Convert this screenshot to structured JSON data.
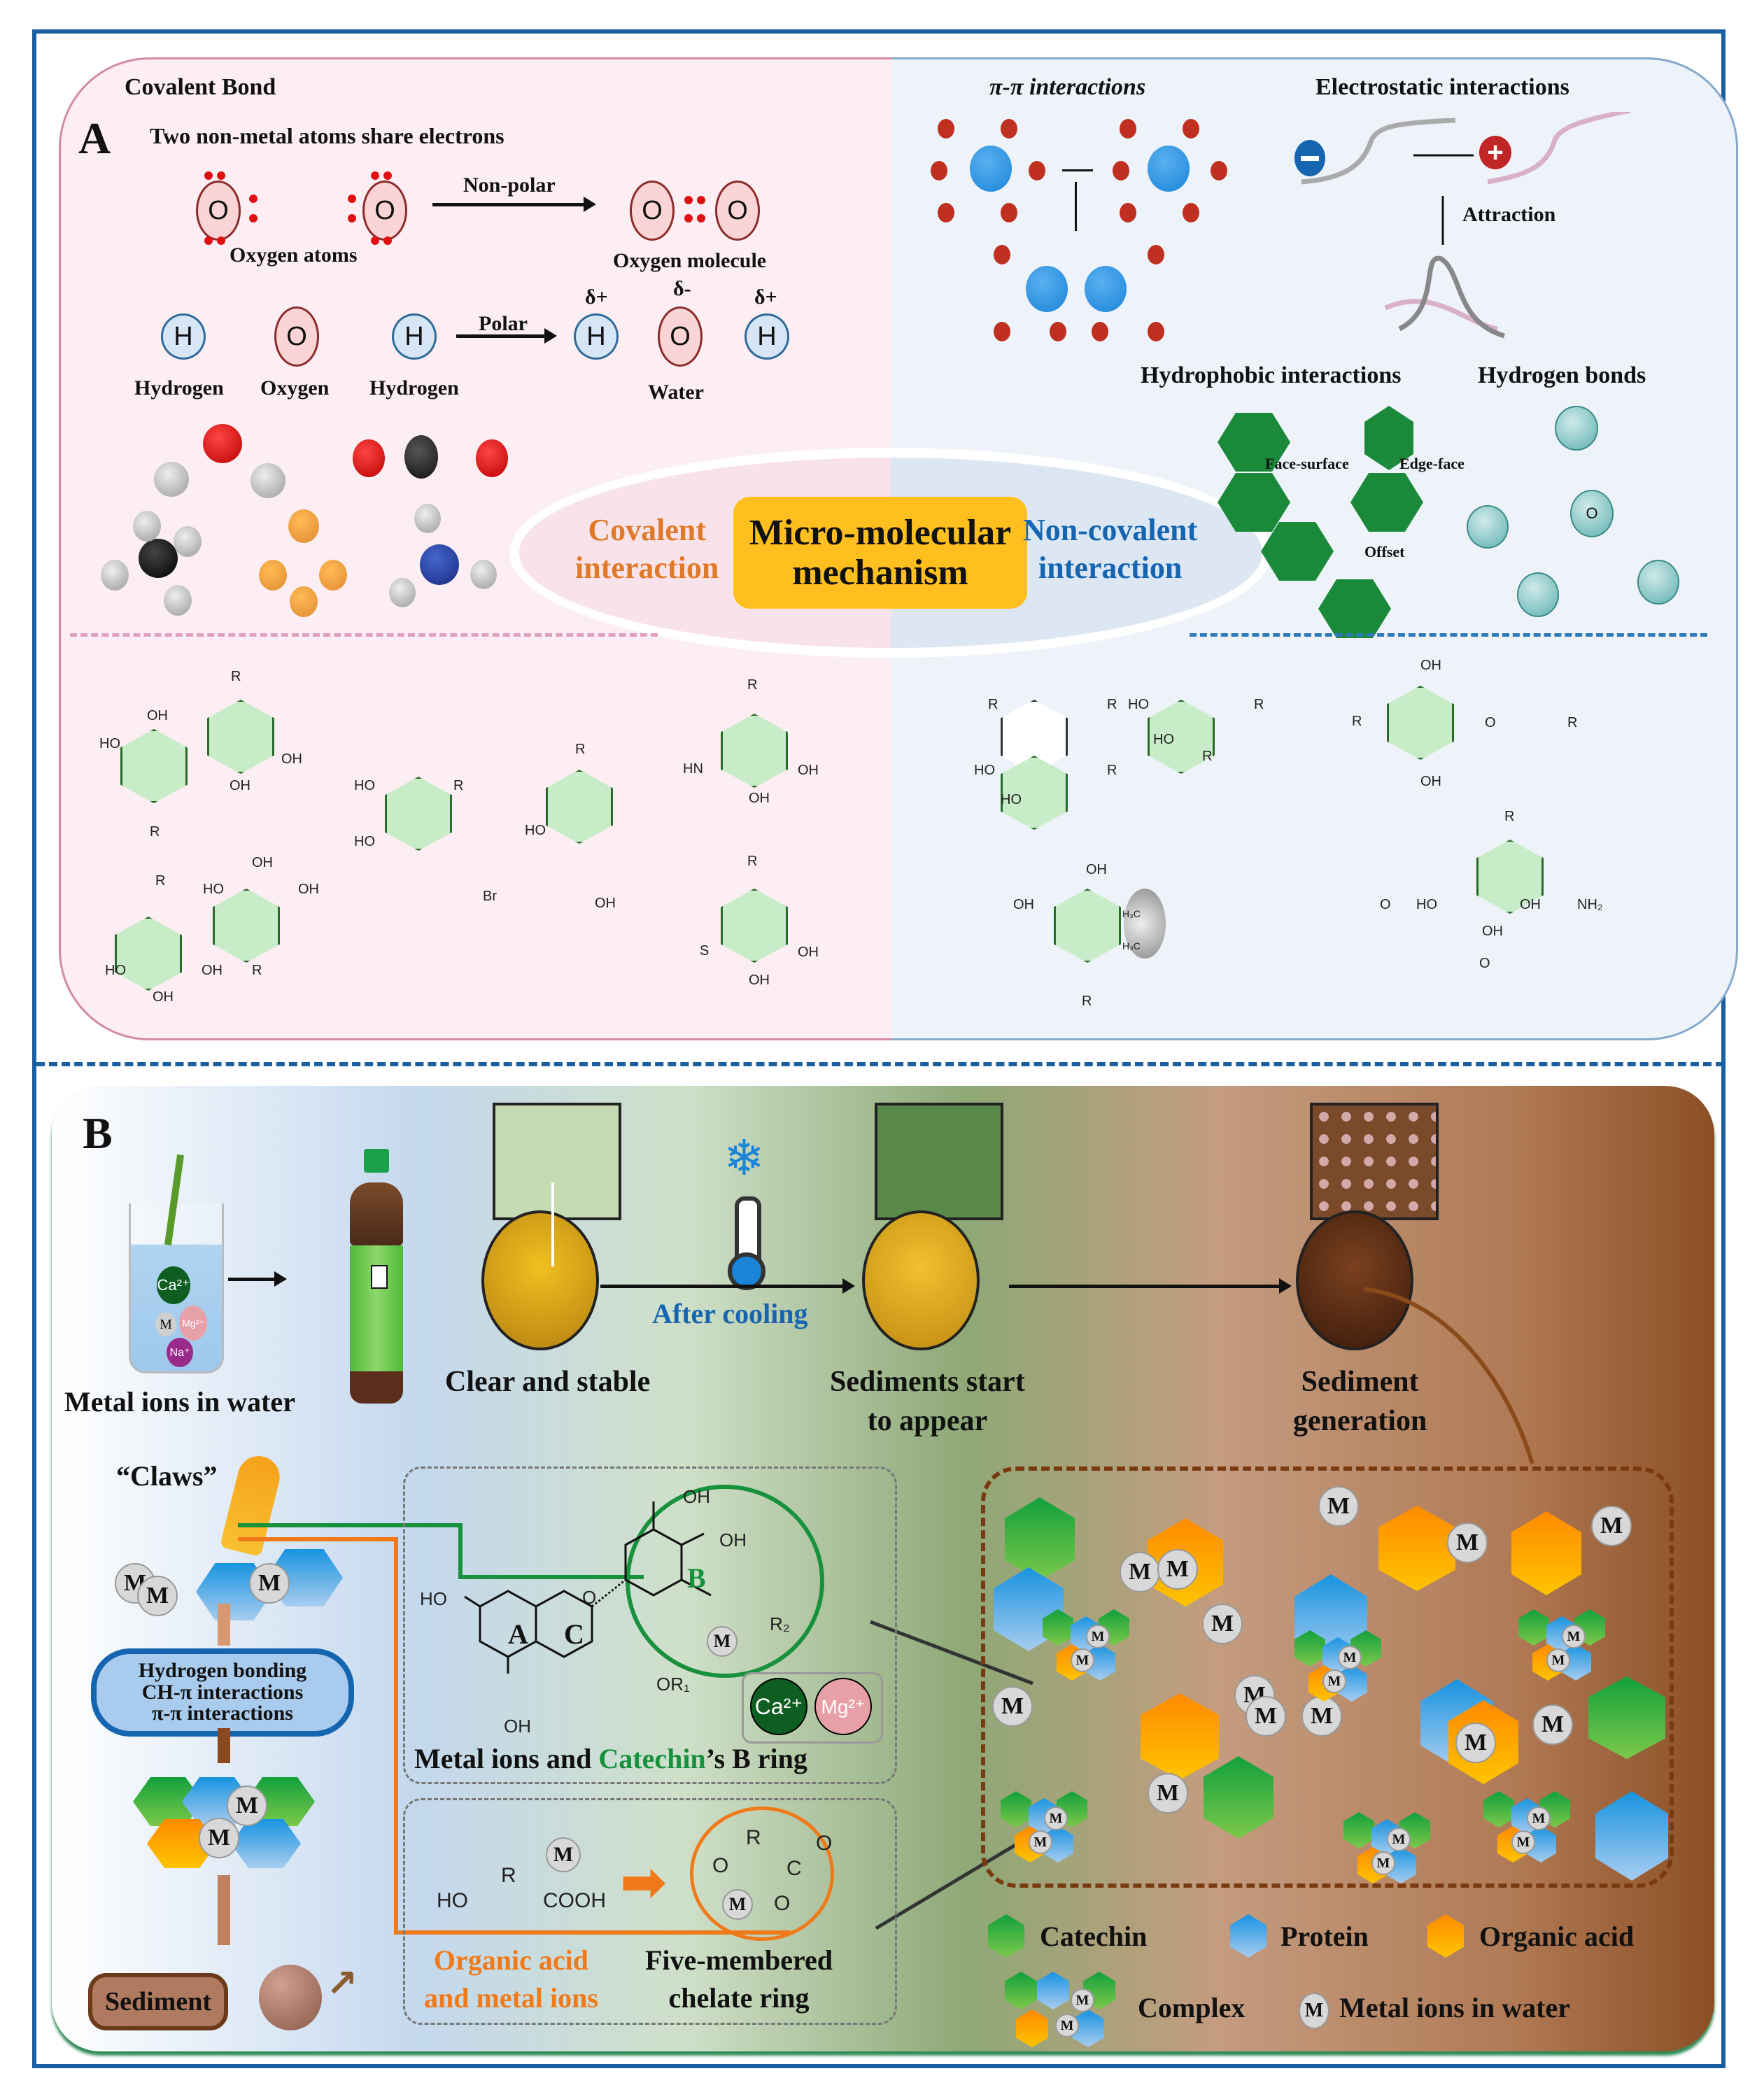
{
  "panelA": {
    "label": "A",
    "covalent_title": "Covalent Bond",
    "subtitle": "Two non-metal atoms share electrons",
    "nonpolar_label": "Non-polar",
    "polar_label": "Polar",
    "oxygen_atoms_label": "Oxygen atoms",
    "oxygen_molecule_label": "Oxygen molecule",
    "hydrogen_label": "Hydrogen",
    "oxygen_label": "Oxygen",
    "water_label": "Water",
    "atom_O": "O",
    "atom_H": "H",
    "delta_plus": "δ+",
    "delta_minus": "δ-",
    "pi_title": "π-π interactions",
    "electro_title": "Electrostatic interactions",
    "attraction_label": "Attraction",
    "hydrophobic_title": "Hydrophobic interactions",
    "hbond_title": "Hydrogen bonds",
    "face_surface": "Face-surface",
    "edge_face": "Edge-face",
    "offset": "Offset",
    "center": {
      "covalent": [
        "Covalent",
        "interaction"
      ],
      "mechanism": [
        "Micro-molecular",
        "mechanism"
      ],
      "noncovalent": [
        "Non-covalent",
        "interaction"
      ]
    },
    "chem_labels": {
      "OH": "OH",
      "HO": "HO",
      "R": "R",
      "Br": "Br",
      "HN": "HN",
      "S": "S",
      "O": "O",
      "NH2": "NH₂",
      "H3C": "H₃C",
      "R2": "R₂",
      "OR1": "OR₁"
    },
    "colors": {
      "covalent": "#e07a2a",
      "noncovalent": "#1565b0",
      "mechanism_bg": "#ffbf1f"
    }
  },
  "panelB": {
    "label": "B",
    "metal_ions_water": "Metal ions in water",
    "clear_stable": "Clear and stable",
    "after_cooling": "After cooling",
    "sediments_start": [
      "Sediments start",
      "to appear"
    ],
    "sediment_generation": [
      "Sediment",
      "generation"
    ],
    "claws": "“Claws”",
    "interactions": [
      "Hydrogen bonding",
      "CH-π interactions",
      "π-π interactions"
    ],
    "sediment": "Sediment",
    "ion_Ca": "Ca²⁺",
    "ion_Mg": "Mg²⁺",
    "ion_Na": "Na⁺",
    "ion_M": "M",
    "ring_A": "A",
    "ring_B": "B",
    "ring_C": "C",
    "catechin_caption": {
      "pre": "Metal ions and ",
      "highlight": "Catechin",
      "post": "’s B ring"
    },
    "organic_acid_caption": [
      "Organic acid",
      "and metal ions"
    ],
    "chelate_caption": [
      "Five-membered",
      "chelate ring"
    ],
    "acid_formula": {
      "HO": "HO",
      "R": "R",
      "COOH": "COOH",
      "O": "O",
      "C": "C"
    },
    "legend": {
      "catechin": "Catechin",
      "protein": "Protein",
      "organic_acid": "Organic acid",
      "complex": "Complex",
      "metal_ions": "Metal ions in water"
    },
    "colors": {
      "catechin_green": "#1a9a3c",
      "organic_orange": "#f07a1a",
      "after_cooling_blue": "#1565b0"
    }
  }
}
